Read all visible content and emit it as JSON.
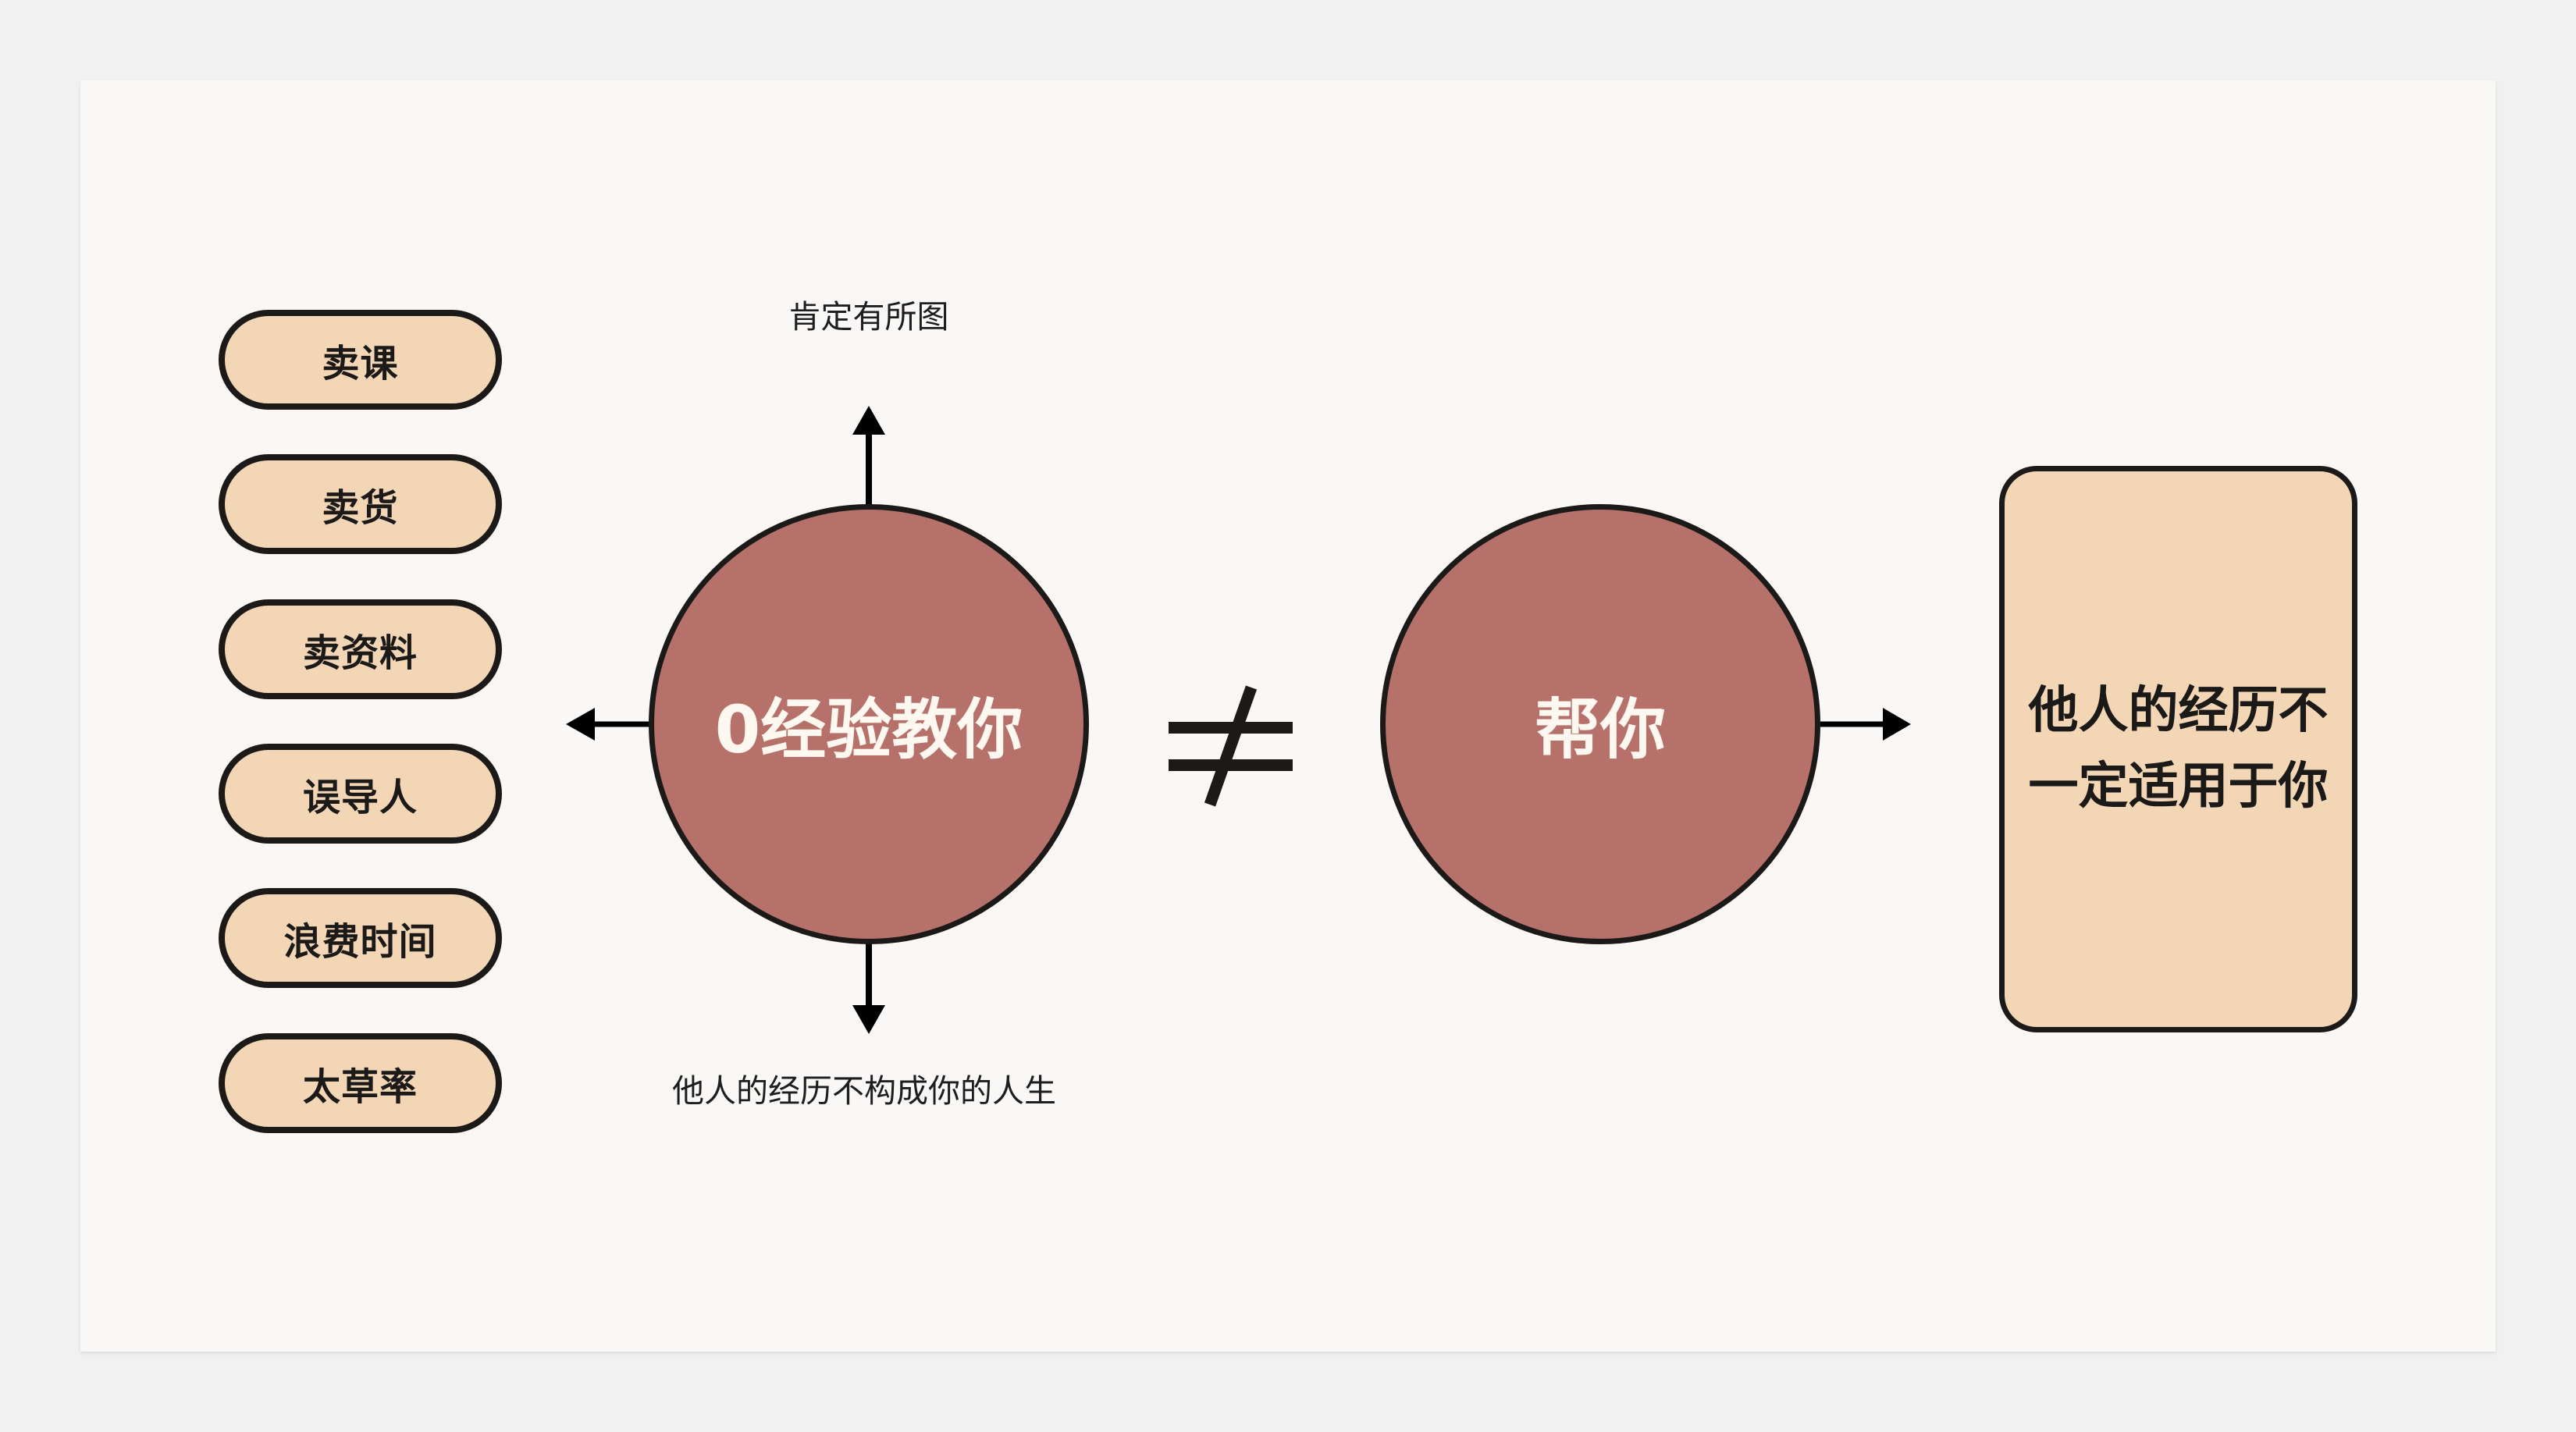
{
  "diagram": {
    "left_list": {
      "items": [
        {
          "label": "卖课"
        },
        {
          "label": "卖货"
        },
        {
          "label": "卖资料"
        },
        {
          "label": "误导人"
        },
        {
          "label": "浪费时间"
        },
        {
          "label": "太草率"
        }
      ]
    },
    "center_left": {
      "circle_label": "0经验教你",
      "top_label": "肯定有所图",
      "bottom_label": "他人的经历不构成你的人生"
    },
    "relation_symbol": "≠",
    "center_right": {
      "circle_label": "帮你"
    },
    "outcome": {
      "lines": [
        "他人的经历不",
        "一定适用于你"
      ]
    },
    "icons": {
      "arrow_up": "arrow-up-icon",
      "arrow_down": "arrow-down-icon",
      "arrow_left": "arrow-left-icon",
      "arrow_right": "arrow-right-icon",
      "not_equal": "not-equal-icon"
    },
    "colors": {
      "page_background": "#F1F1F1",
      "slide_background": "#F9F8F6",
      "pill_fill": "#F3D6B6",
      "circle_fill": "#B5716A",
      "stroke": "#1B1A19",
      "circle_text": "#FFF8F0"
    }
  }
}
